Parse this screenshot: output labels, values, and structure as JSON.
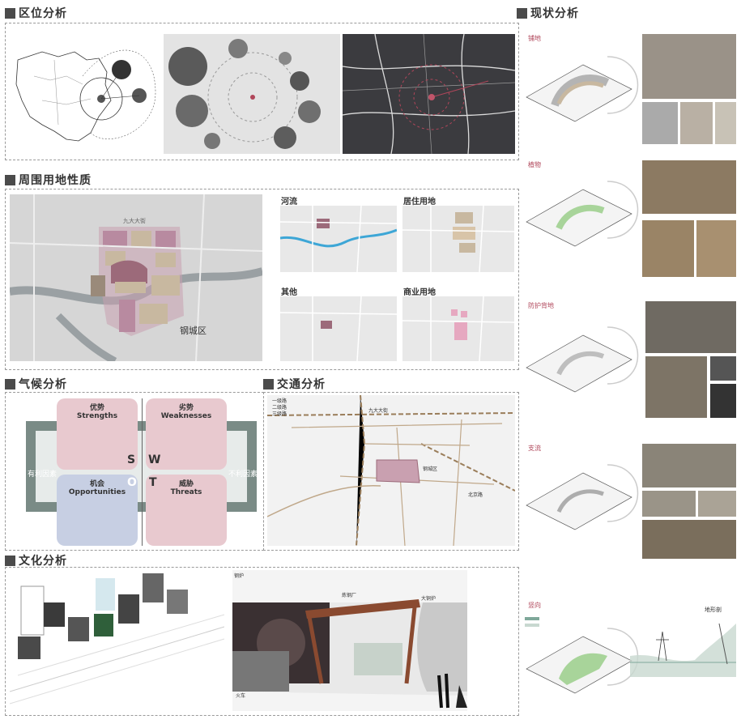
{
  "sections": {
    "location": "区位分析",
    "land_use": "周围用地性质",
    "climate": "气候分析",
    "traffic": "交通分析",
    "culture": "文化分析",
    "status": "现状分析"
  },
  "land_use": {
    "main_map_label": "钢城区",
    "street_label": "九大大街",
    "thumbs": [
      "河流",
      "居住用地",
      "其他",
      "商业用地"
    ]
  },
  "swot": {
    "strengths_cn": "优势",
    "strengths_en": "Strengths",
    "weaknesses_cn": "劣势",
    "weaknesses_en": "Weaknesses",
    "opportunities_cn": "机会",
    "opportunities_en": "Opportunities",
    "threats_cn": "威胁",
    "threats_en": "Threats",
    "letters": [
      "S",
      "W",
      "O",
      "T"
    ],
    "left_label": "有利因素",
    "right_label": "不利因素"
  },
  "traffic": {
    "legend": [
      "一级路",
      "二级路",
      "三级路"
    ],
    "road_labels": [
      "九大大街",
      "钢城区",
      "北京路"
    ]
  },
  "culture": {
    "labels": [
      "钢炉",
      "炼钢厂",
      "大铜炉",
      "火车"
    ]
  },
  "status": {
    "items": [
      "铺地",
      "植物",
      "防护背地",
      "支流",
      "竖向"
    ],
    "section_label": "地形剖"
  },
  "colors": {
    "header_square": "#4b4b4b",
    "land_pink": "#c9a0b0",
    "land_tan": "#c8b8a0",
    "land_dark": "#9c6a7a",
    "river": "#3da6d6",
    "road_brown": "#9a7d5a",
    "swot_pink": "#e8c9cf",
    "swot_blue": "#c7cfe3",
    "swot_band": "#7a8b86",
    "accent_red": "#b0465a",
    "status_green": "#a8d49a"
  }
}
